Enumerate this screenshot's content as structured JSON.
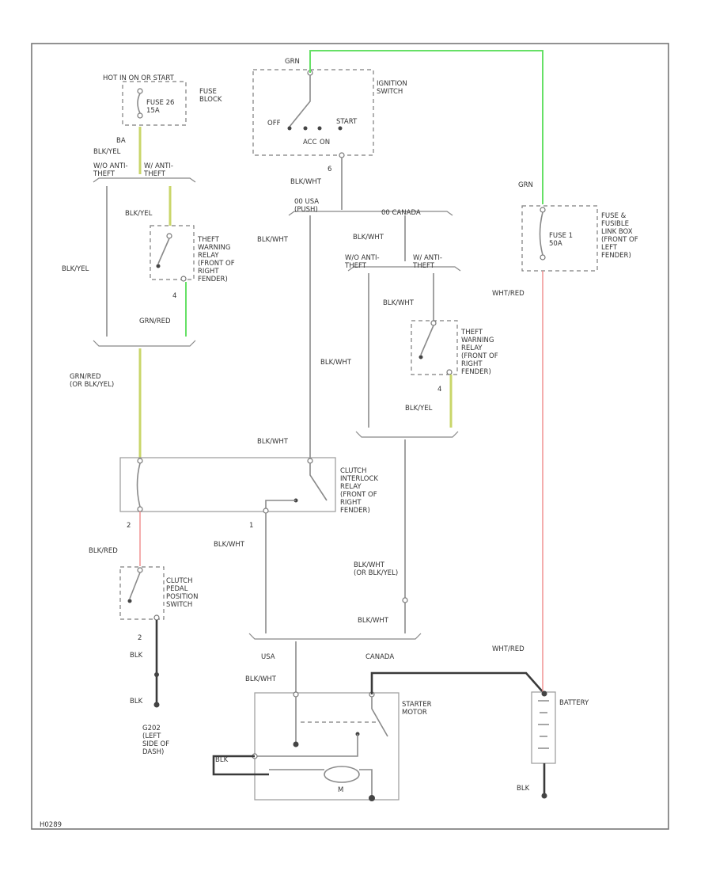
{
  "labels": {
    "fuse_block_header": "HOT IN ON OR START",
    "fuse_block": "FUSE\nBLOCK",
    "fuse_26": "FUSE 26\n15A",
    "wire_ba_1": "BA",
    "blk_yel_1": "BLK/YEL",
    "wo_anti_theft_l": "W/O ANTI-\nTHEFT",
    "w_anti_theft_l": "W/ ANTI-\nTHEFT",
    "blk_yel_2": "BLK/YEL",
    "blk_yel_3": "BLK/YEL",
    "relay_l": "THEFT\nWARNING\nRELAY\n(FRONT OF\nRIGHT\nFENDER)",
    "pin4_l": "4",
    "grn_red_1": "GRN/RED",
    "grn_red_2": "GRN/RED\n(OR BLK/YEL)",
    "grn_top": "GRN",
    "ign_switch": "IGNITION\nSWITCH",
    "ign_pin": "6",
    "ign_off": "OFF",
    "ign_start": "START",
    "ign_acc": "ACC",
    "ign_on": "ON",
    "blk_wht_1": "BLK/WHT",
    "usa_1": "00 USA\n(PUSH)",
    "canada_1": "00 CANADA",
    "blk_wht_2": "BLK/WHT",
    "blk_wht_3": "BLK/WHT",
    "wo_anti_theft_r": "W/O ANTI-\nTHEFT",
    "w_anti_theft_r": "W/ ANTI-\nTHEFT",
    "blk_wht_4": "BLK/WHT",
    "relay_r": "THEFT\nWARNING\nRELAY\n(FRONT OF\nRIGHT\nFENDER)",
    "pin_r": "4",
    "blk_yel_4": "BLK/YEL",
    "blk_wht_5": "BLK/WHT",
    "grn_right": "GRN",
    "fuse_link": "FUSE &\nFUSIBLE\nLINK BOX\n(FRONT OF\nLEFT\nFENDER)",
    "fuse_1": "FUSE 1\n50A",
    "wht_red_1": "WHT/RED",
    "clutch_relay": "CLUTCH\nINTERLOCK\nRELAY\n(FRONT OF\nRIGHT\nFENDER)",
    "pin2": "2",
    "pin1": "1",
    "blk_red": "BLK/RED",
    "blk_wht_6": "BLK/WHT",
    "clutch_switch": "CLUTCH\nPEDAL\nPOSITION\nSWITCH",
    "pin2b": "2",
    "blk_1": "BLK",
    "blk_2": "BLK",
    "ground": "G202\n(LEFT\nSIDE OF\nDASH)",
    "blk_wht_7": "BLK/WHT\n(OR BLK/YEL)",
    "blk_wht_8": "BLK/WHT",
    "usa_2": "USA",
    "canada_2": "CANADA",
    "blk_wht_9": "BLK/WHT",
    "wht_red_2": "WHT/RED",
    "starter": "STARTER\nMOTOR",
    "blk_s": "BLK",
    "m": "M",
    "battery": "BATTERY",
    "blk_bat": "BLK",
    "figure_id": "H0289"
  }
}
